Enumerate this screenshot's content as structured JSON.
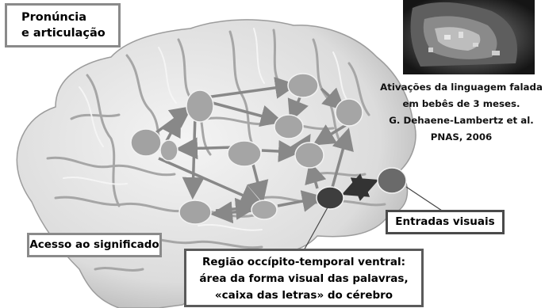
{
  "labels": {
    "pronuncia": [
      "Pronúncia",
      "e articulação"
    ],
    "acesso": "Acesso ao significado",
    "entradas": "Entradas visuais",
    "regiao": [
      "Região occípito-temporal ventral:",
      "área da forma visual das palavras,",
      "«caixa das letras» do cérebro"
    ]
  },
  "caption": [
    "Ativações da linguagem falada",
    "em bebês de 3 meses.",
    "G. Dehaene-Lambertz  et al.",
    "PNAS, 2006"
  ],
  "colors": {
    "brain_light": "#ececec",
    "brain_mid": "#c9c9c9",
    "brain_dark": "#8d8d8d",
    "region_fill": "#a8a8a8",
    "region_dark": "#3e3e3e",
    "arrow": "#888888",
    "box_border": "#8a8a8a"
  }
}
